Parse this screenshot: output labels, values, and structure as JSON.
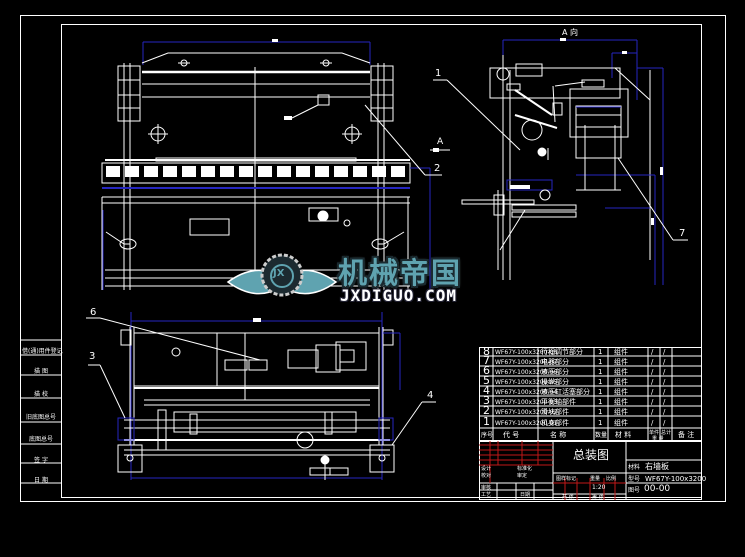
{
  "drawing": {
    "title": "总装图",
    "view_label_a_direction": "A 向",
    "section_marker": "A",
    "background": "#000000",
    "line_color": "#ffffff",
    "dimension_color": "#1a1aa8",
    "hatch_color": "#c01818"
  },
  "callouts": [
    "1",
    "2",
    "3",
    "4",
    "6",
    "7"
  ],
  "watermark": {
    "chinese": "机械帝国",
    "english": "JXDIGUO.COM",
    "emblem": "JX",
    "color": "#5fa3b0"
  },
  "side_column": {
    "labels": [
      "借(通)用件登记",
      "描  图",
      "描  校",
      "旧底图总号",
      "底图总号",
      "签  字",
      "日  期"
    ]
  },
  "parts_list": {
    "headers": {
      "no": "序号",
      "code": "代  号",
      "name": "名    称",
      "qty": "数量",
      "material": "材  料",
      "single": "单件",
      "total": "总计",
      "weight": "重 量",
      "remark": "备 注"
    },
    "rows": [
      {
        "no": "8",
        "code": "WF67Y-100x3200-08",
        "name": "行程调节部分",
        "qty": "1",
        "material": "组件",
        "single": "/",
        "total": "/"
      },
      {
        "no": "7",
        "code": "WF67Y-100x3200-07",
        "name": "电器部分",
        "qty": "1",
        "material": "组件",
        "single": "/",
        "total": "/"
      },
      {
        "no": "6",
        "code": "WF67Y-100x3200-06",
        "name": "液压部分",
        "qty": "1",
        "material": "组件",
        "single": "/",
        "total": "/"
      },
      {
        "no": "5",
        "code": "WF67Y-100x3200-05",
        "name": "操纵部分",
        "qty": "1",
        "material": "组件",
        "single": "/",
        "total": "/"
      },
      {
        "no": "4",
        "code": "WF67Y-100x3200-04",
        "name": "液压缸活塞部分",
        "qty": "1",
        "material": "组件",
        "single": "/",
        "total": "/"
      },
      {
        "no": "3",
        "code": "WF67Y-100x3200-03",
        "name": "平衡轴部件",
        "qty": "1",
        "material": "组件",
        "single": "/",
        "total": "/"
      },
      {
        "no": "2",
        "code": "WF67Y-100x3200-02",
        "name": "滑块部件",
        "qty": "1",
        "material": "组件",
        "single": "/",
        "total": "/"
      },
      {
        "no": "1",
        "code": "WF67Y-100x3200-01",
        "name": "机身部件",
        "qty": "1",
        "material": "组件",
        "single": "/",
        "total": "/"
      }
    ]
  },
  "title_block": {
    "drawing_name": "总装图",
    "left_labels": [
      "标记",
      "处数",
      "更改文件号",
      "签字",
      "日期"
    ],
    "roles": [
      "设计",
      "校对",
      "审核",
      "工艺"
    ],
    "role_right": [
      "标准化",
      "审定",
      "",
      "日期"
    ],
    "stage_labels": [
      "图样标记",
      "重量",
      "比例"
    ],
    "scale": "1:20",
    "sheet_labels": [
      "共  张",
      "第  张"
    ],
    "company_label": "材料",
    "company_value": "右墙板",
    "model_label": "型号",
    "model_value": "WF67Y-100x3200",
    "drawing_no_label": "图号",
    "drawing_no_value": "00-00"
  }
}
